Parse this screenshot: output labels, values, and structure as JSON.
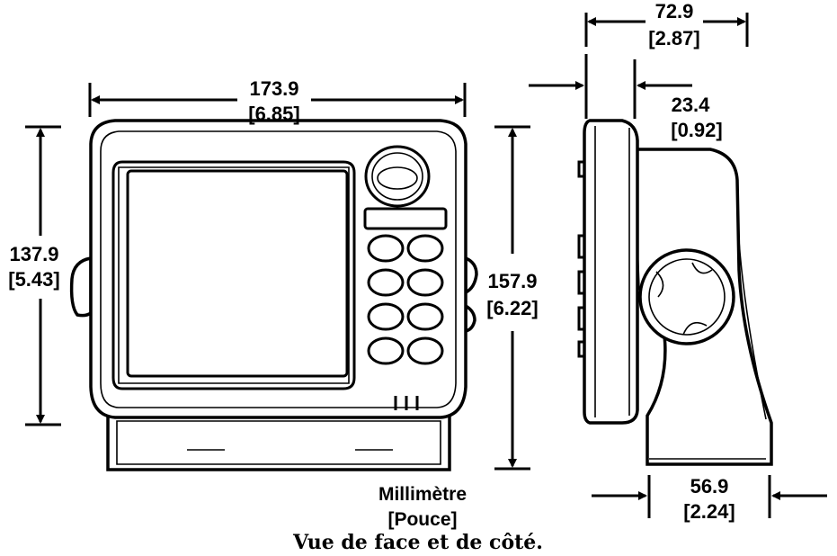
{
  "front_view": {
    "width": {
      "mm": "173.9",
      "in": "[6.85]"
    },
    "height_body": {
      "mm": "137.9",
      "in": "[5.43]"
    },
    "height_total": {
      "mm": "157.9",
      "in": "[6.22]"
    }
  },
  "side_view": {
    "depth_total": {
      "mm": "72.9",
      "in": "[2.87]"
    },
    "depth_bezel": {
      "mm": "23.4",
      "in": "[0.92]"
    },
    "depth_bracket": {
      "mm": "56.9",
      "in": "[2.24]"
    }
  },
  "units": {
    "primary": "Millimètre",
    "secondary": "[Pouce]"
  },
  "caption": "Vue de face et de côté."
}
